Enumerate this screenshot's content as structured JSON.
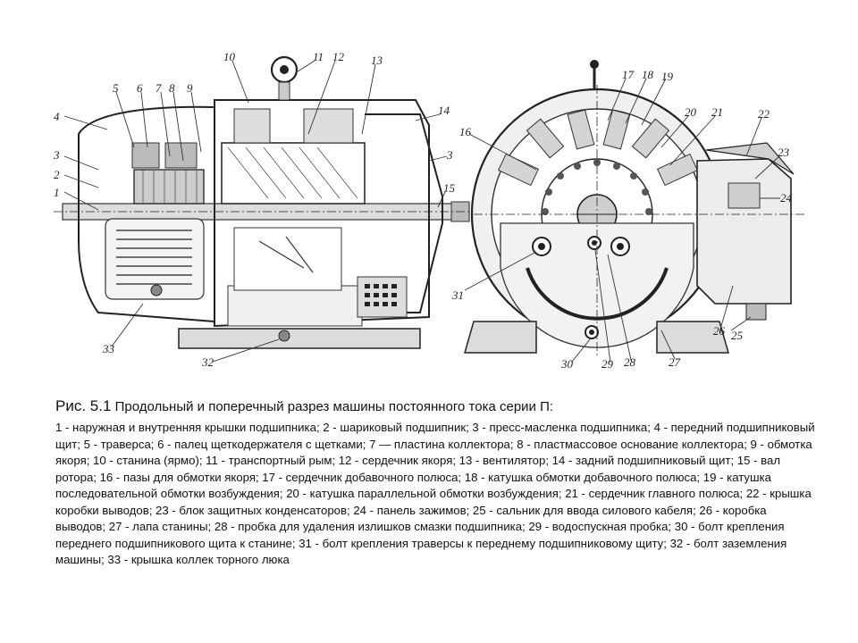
{
  "labels": [
    "1",
    "2",
    "3",
    "4",
    "5",
    "6",
    "7",
    "8",
    "9",
    "10",
    "11",
    "12",
    "13",
    "14",
    "3",
    "15",
    "16",
    "17",
    "18",
    "19",
    "20",
    "21",
    "22",
    "23",
    "24",
    "31",
    "25",
    "26",
    "27",
    "28",
    "29",
    "30",
    "32",
    "33"
  ],
  "caption": {
    "title_lead": "Рис. 5.1",
    "title_rest": " Продольный и поперечный разрез машины постоянного тока серии П:",
    "body": "1 - наружная и внутренняя крышки подшипника; 2 - шариковый подшипник; 3 - пресс-масленка подшипника; 4 - передний подшипниковый щит; 5 - траверса; 6 - палец щеткодержателя с щетками; 7 — пластина коллектора; 8 - пластмассовое основание коллектора; 9 - обмотка якоря; 10 - станина (ярмо); 11 - транспортный рым; 12 - сердечник якоря; 13 - вентилятор; 14 - задний подшипниковый щит; 15 - вал ротора; 16 - пазы для обмотки якоря; 17 - сердечник добавочного полюса; 18 - катушка обмотки добавочного полюса; 19 - катушка последовательной обмотки возбуждения; 20 - катушка параллельной обмотки возбуждения; 21 - сердечник главного полюса; 22 - крышка коробки выводов; 23 - блок защитных конденсаторов; 24 - панель зажимов; 25 - сальник для ввода силового кабеля; 26 - коробка выводов; 27 - лапа станины; 28 - пробка для удаления излишков смазки подшипника; 29 - водоспускная пробка; 30 - болт крепления переднего подшипникового щита к станине; 31 - болт крепления траверсы к переднему подшипниковому щиту; 32 - болт заземления машины; 33 - крышка коллек торного люка"
  }
}
